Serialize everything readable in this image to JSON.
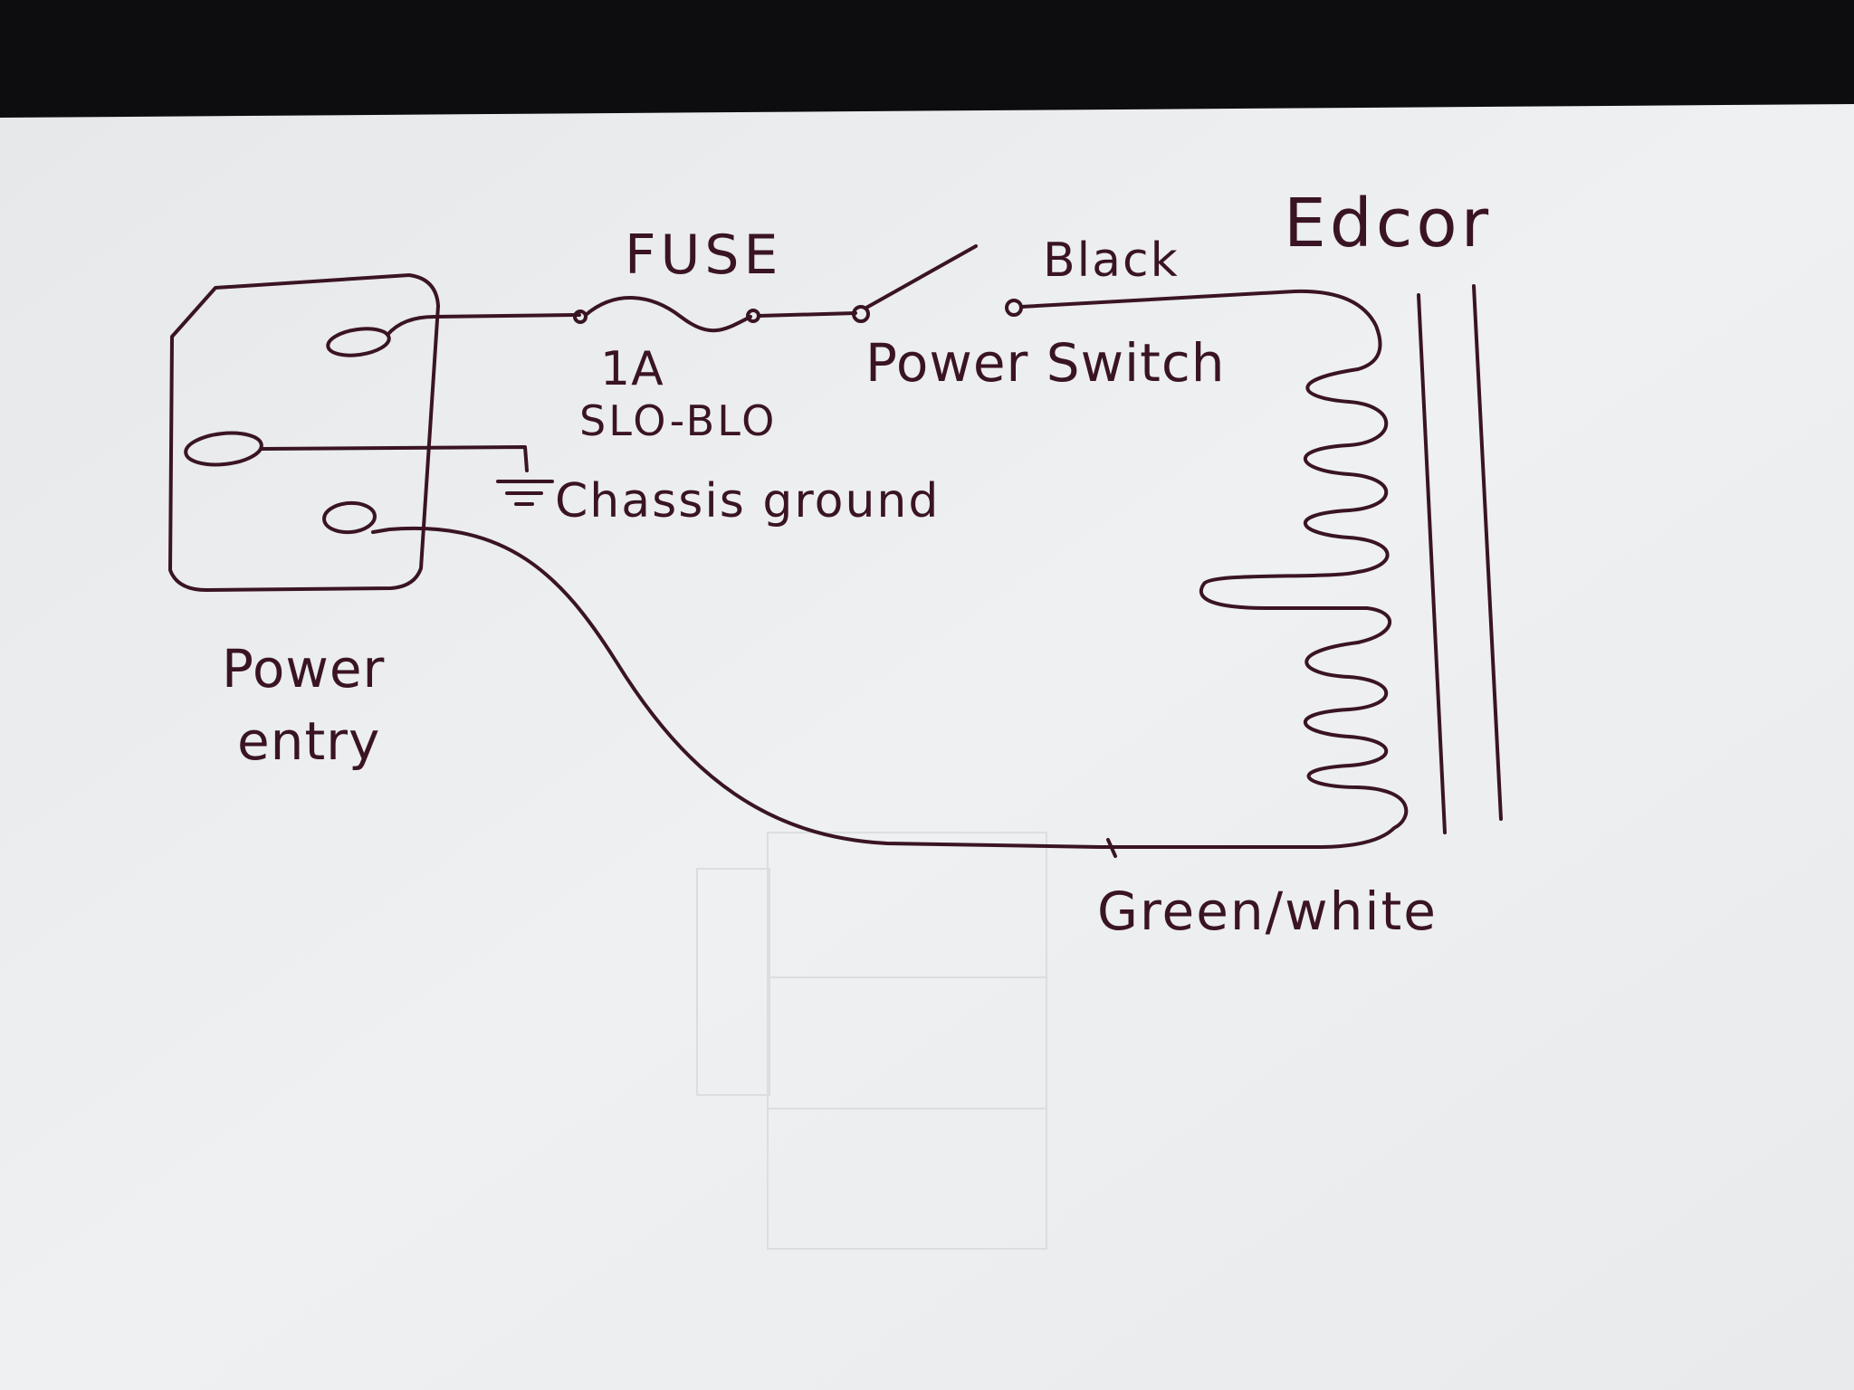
{
  "colors": {
    "ink": "#3a1424",
    "paper": "#eef0f2",
    "background": "#0d0d0f"
  },
  "labels": {
    "fuse": "FUSE",
    "fuse_rating": "1A",
    "fuse_type": "SLO-BLO",
    "switch": "Power Switch",
    "hot_wire": "Black",
    "transformer": "Edcor",
    "ground": "Chassis ground",
    "entry_line1": "Power",
    "entry_line2": "entry",
    "neutral_wire": "Green/white"
  }
}
